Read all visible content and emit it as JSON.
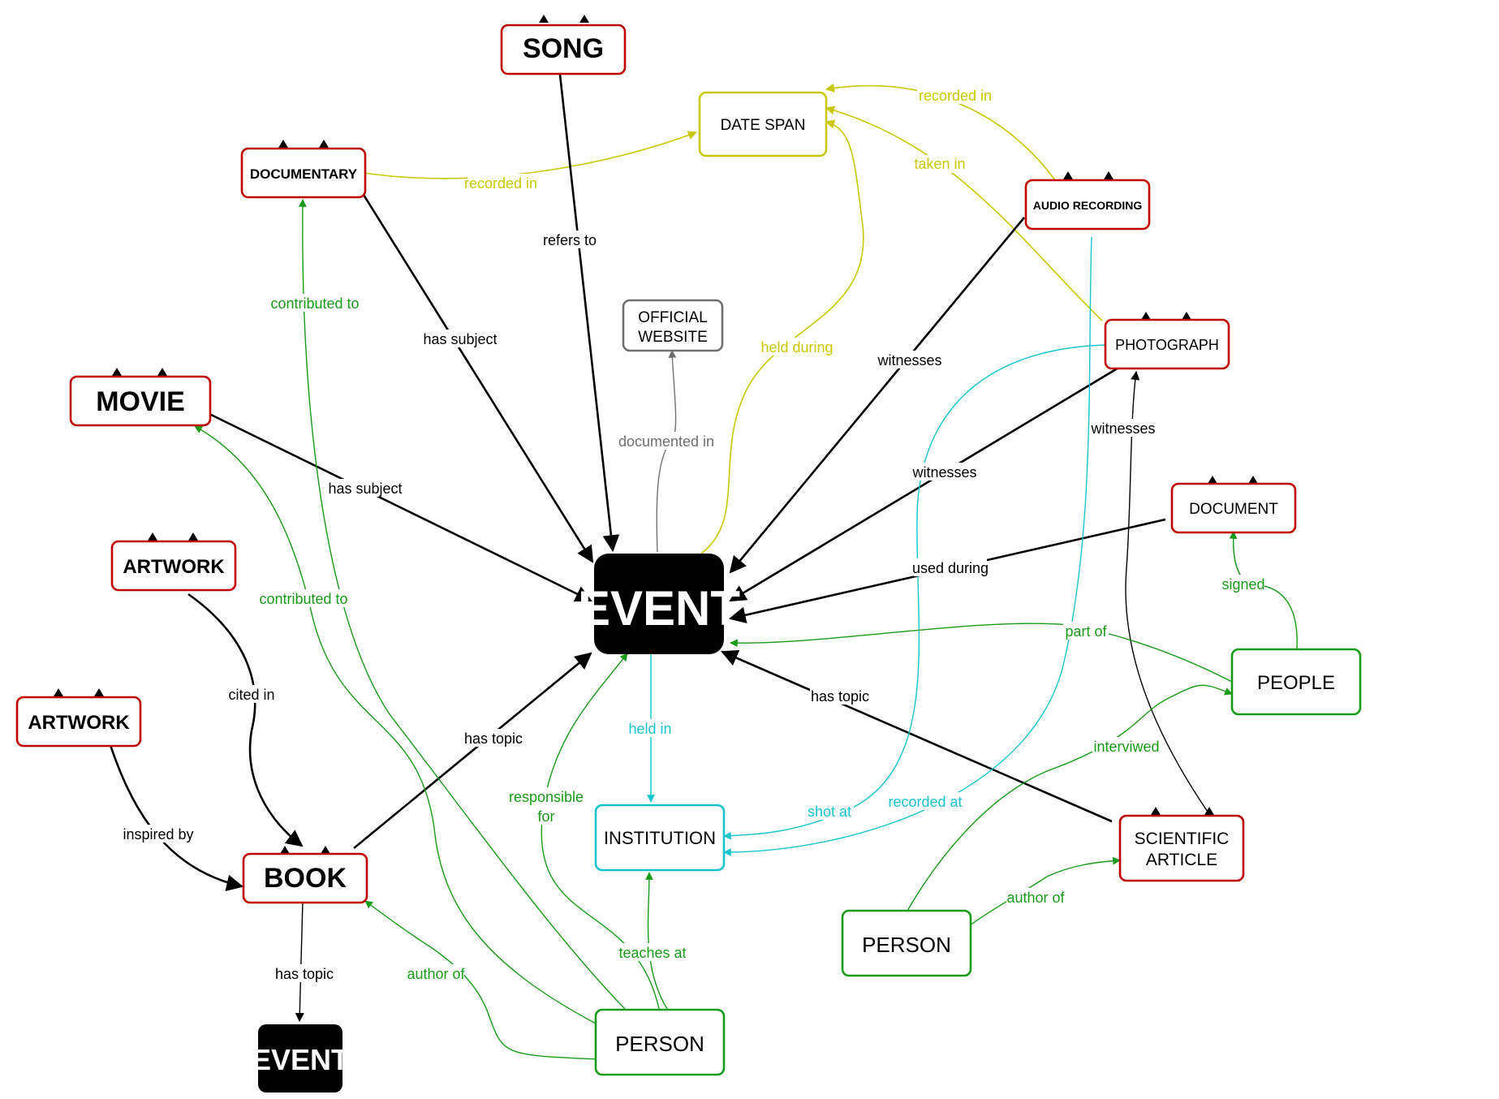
{
  "colors": {
    "red": "#c00000",
    "green": "#1a9a1a",
    "cyan": "#18c4cc",
    "olive": "#c8c800",
    "gray": "#707070",
    "black": "#000000"
  },
  "nodes": {
    "song": "SONG",
    "documentary": "DOCUMENTARY",
    "date_span": "DATE SPAN",
    "audio_recording": "AUDIO RECORDING",
    "official_website_1": "OFFICIAL",
    "official_website_2": "WEBSITE",
    "photograph": "PHOTOGRAPH",
    "movie": "MOVIE",
    "artwork_1": "ARTWORK",
    "artwork_2": "ARTWORK",
    "document": "DOCUMENT",
    "event_main": "EVENT",
    "people": "PEOPLE",
    "institution": "INSTITUTION",
    "scientific_article_1": "SCIENTIFIC",
    "scientific_article_2": "ARTICLE",
    "book": "BOOK",
    "person_right": "PERSON",
    "person_bottom": "PERSON",
    "event_small": "EVENT"
  },
  "edges": {
    "recorded_in_doc": "recorded in",
    "recorded_in_audio": "recorded in",
    "taken_in": "taken in",
    "refers_to": "refers to",
    "contributed_to_doc": "contributed to",
    "has_subject_doc": "has subject",
    "held_during": "held during",
    "witnesses_audio": "witnesses",
    "has_subject_movie": "has subject",
    "documented_in": "documented in",
    "witnesses_photo": "witnesses",
    "witnesses_article": "witnesses",
    "contributed_to_movie": "contributed to",
    "used_during": "used during",
    "signed": "signed",
    "part_of": "part of",
    "cited_in": "cited in",
    "held_in": "held in",
    "has_topic_article": "has topic",
    "interviwed": "interviwed",
    "has_topic_book": "has topic",
    "responsible_1": "responsible",
    "responsible_2": "for",
    "shot_at": "shot at",
    "recorded_at": "recorded at",
    "inspired_by": "inspired by",
    "author_of_article": "author of",
    "teaches_at": "teaches at",
    "has_topic_event": "has topic",
    "author_of_book": "author of"
  }
}
